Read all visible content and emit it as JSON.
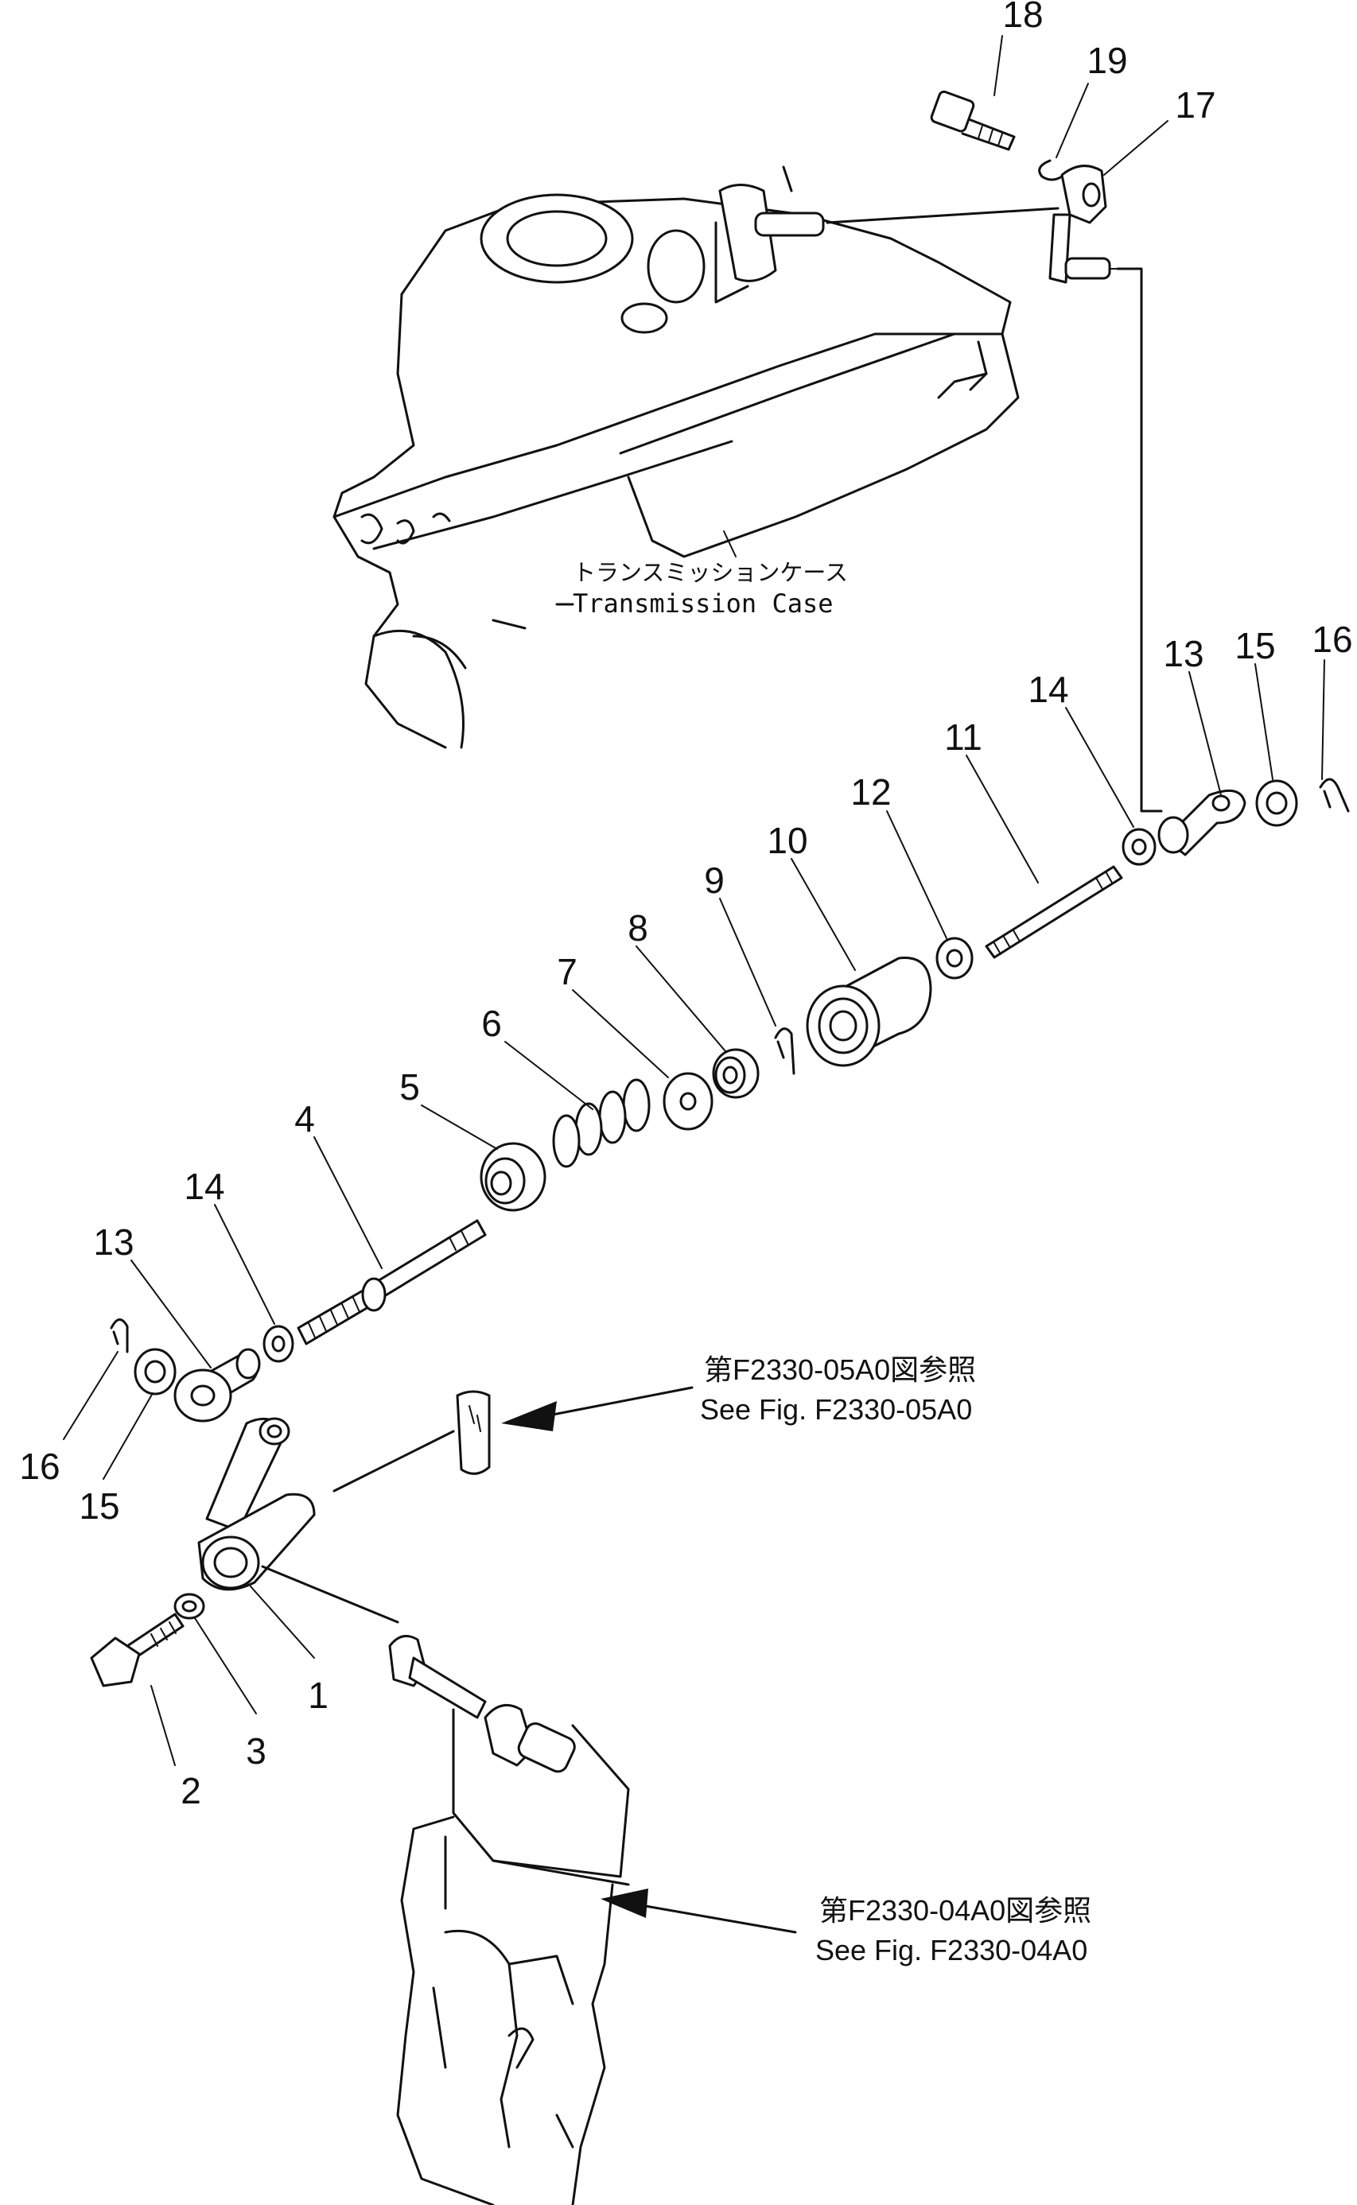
{
  "transmission_case": {
    "label_jp": "トランスミッションケース",
    "label_en": "Transmission Case"
  },
  "references": [
    {
      "id": "ref-05a0",
      "label_jp": "第F2330-05A0図参照",
      "label_en": "See Fig. F2330-05A0"
    },
    {
      "id": "ref-04a0",
      "label_jp": "第F2330-04A0図参照",
      "label_en": "See Fig. F2330-04A0"
    }
  ],
  "callouts": [
    "1",
    "2",
    "3",
    "4",
    "5",
    "6",
    "7",
    "8",
    "9",
    "10",
    "11",
    "12",
    "13",
    "14",
    "15",
    "16",
    "17",
    "18",
    "19",
    "13",
    "14",
    "15",
    "16"
  ]
}
